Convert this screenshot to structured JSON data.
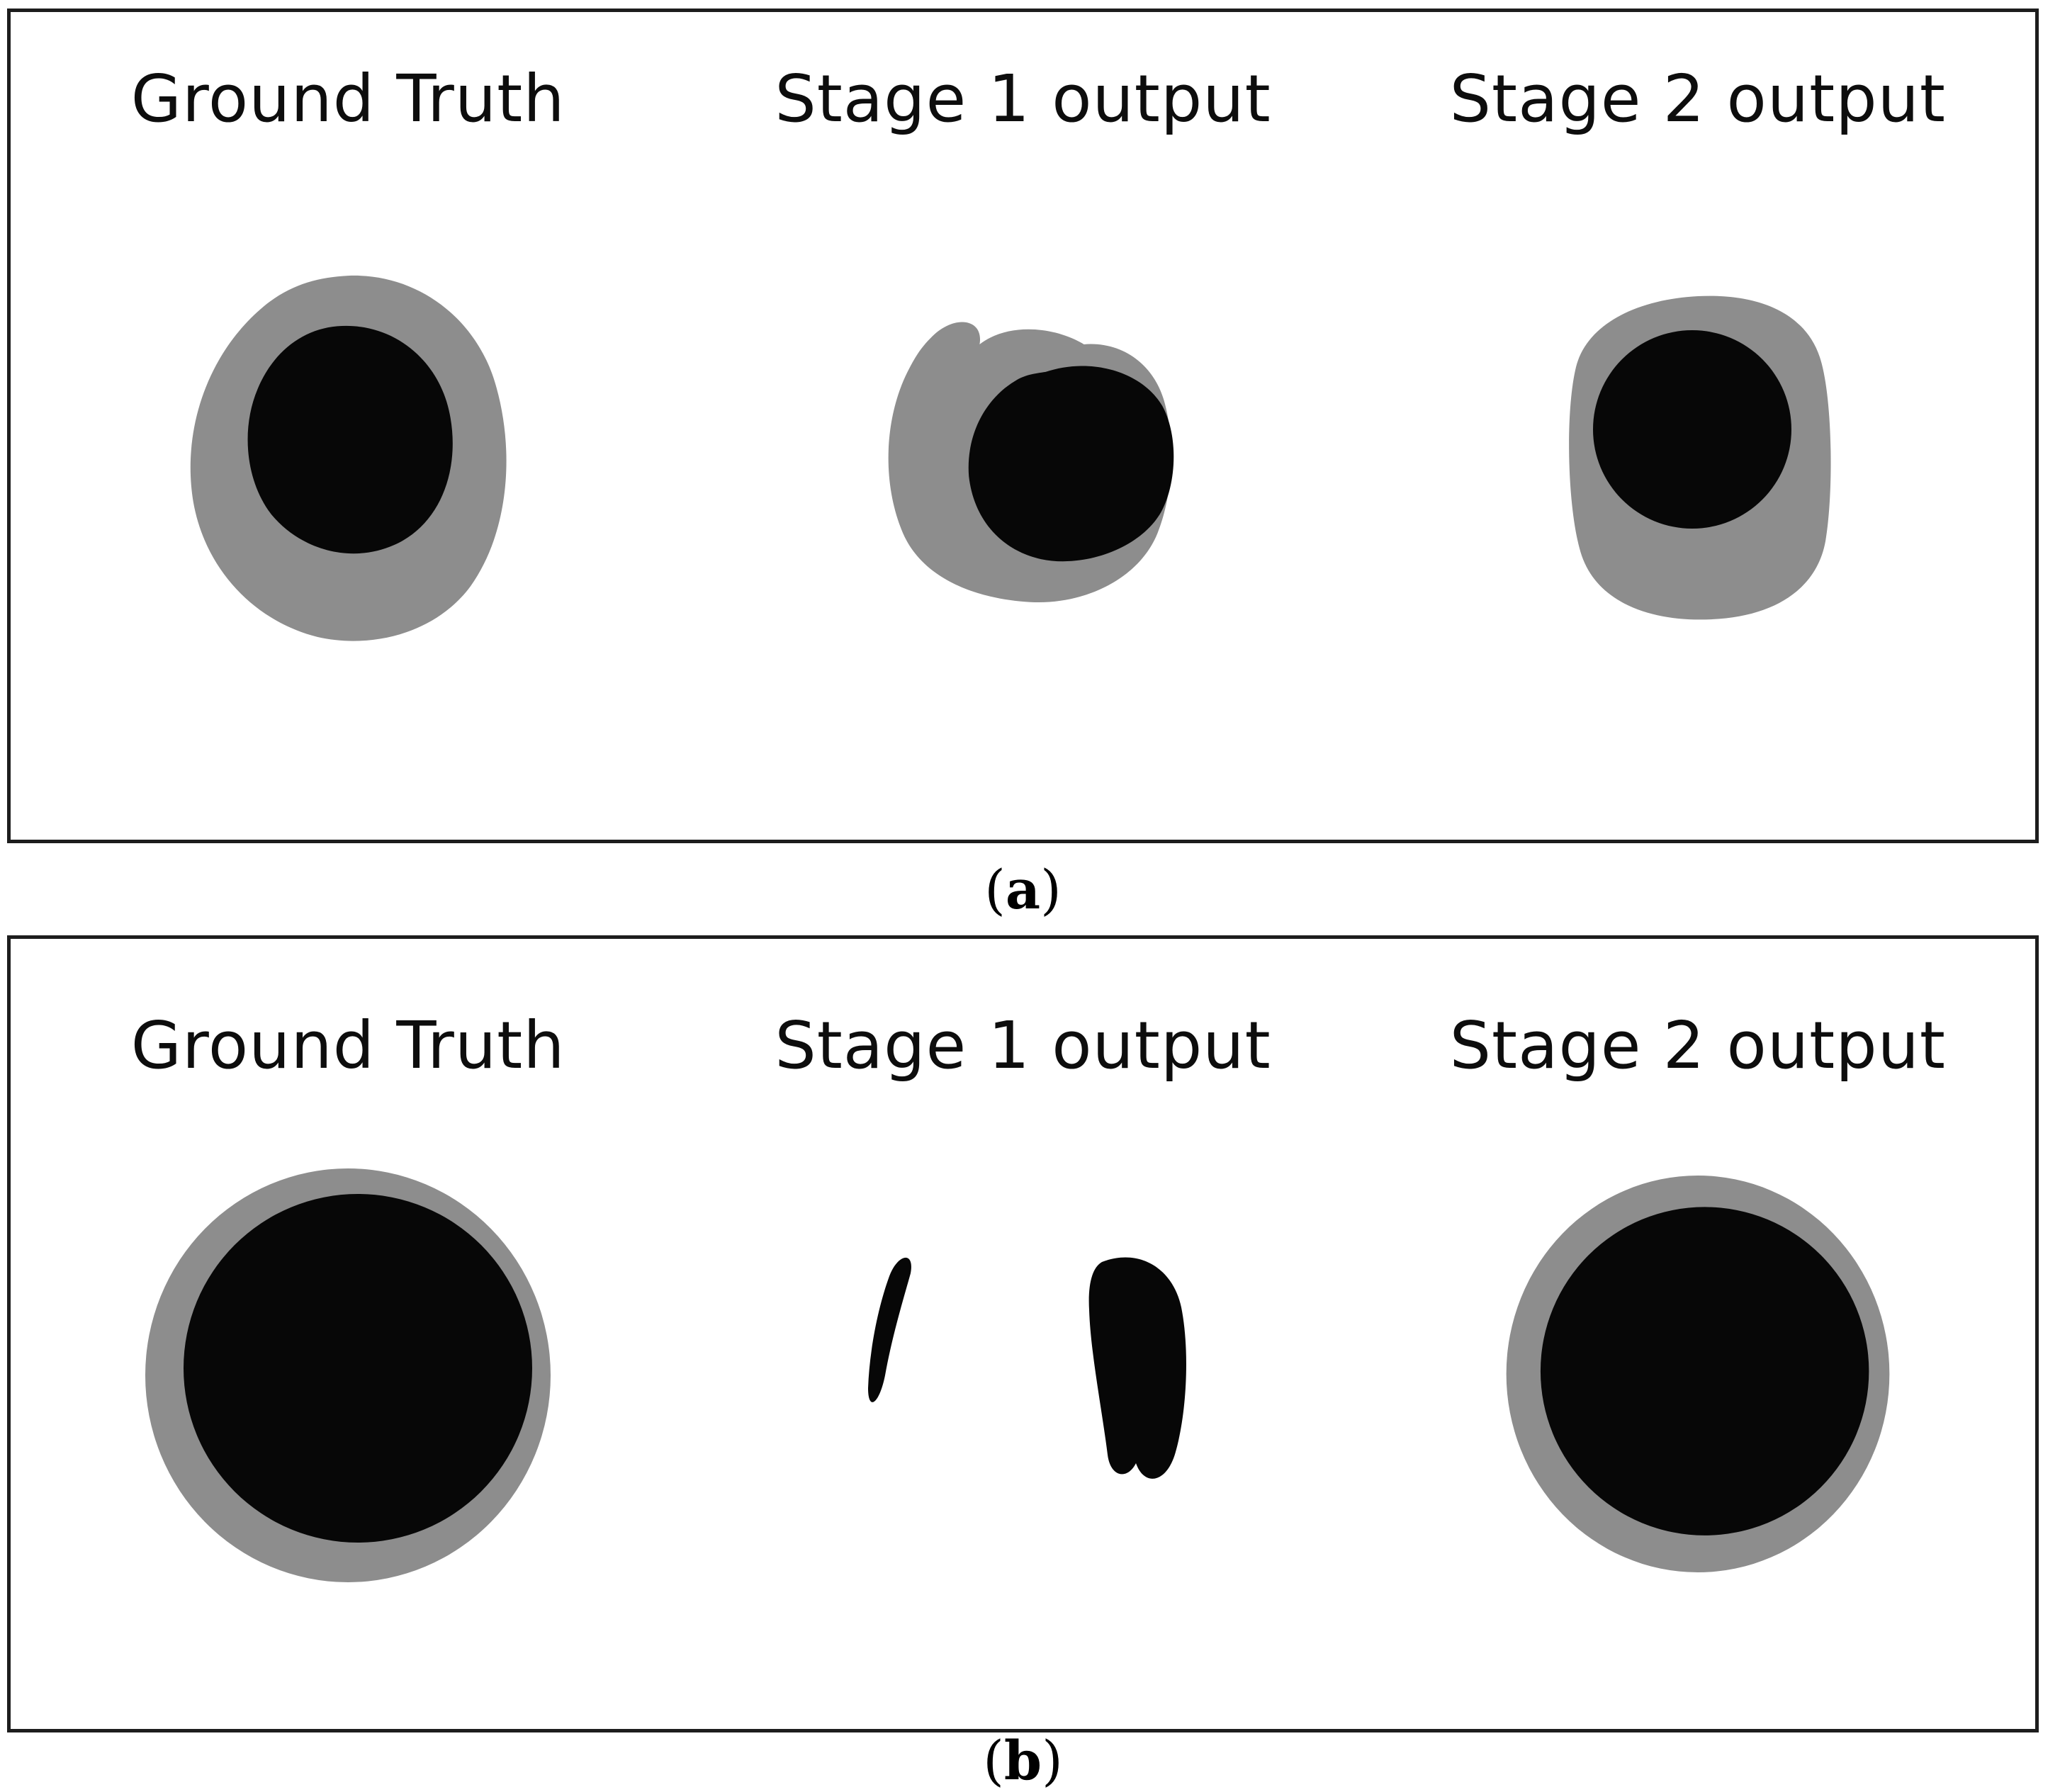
{
  "panels": [
    {
      "caption": {
        "open": "(",
        "letter": "a",
        "close": ")"
      },
      "columns": [
        {
          "label": "Ground Truth"
        },
        {
          "label": "Stage 1 output"
        },
        {
          "label": "Stage 2 output"
        }
      ]
    },
    {
      "caption": {
        "open": "(",
        "letter": "b",
        "close": ")"
      },
      "columns": [
        {
          "label": "Ground Truth"
        },
        {
          "label": "Stage 1 output"
        },
        {
          "label": "Stage 2 output"
        }
      ]
    }
  ],
  "colors": {
    "mask_gray": "#8d8d8d",
    "mask_black": "#070707",
    "panel_border": "#1d1d1d",
    "background": "#ffffff"
  }
}
